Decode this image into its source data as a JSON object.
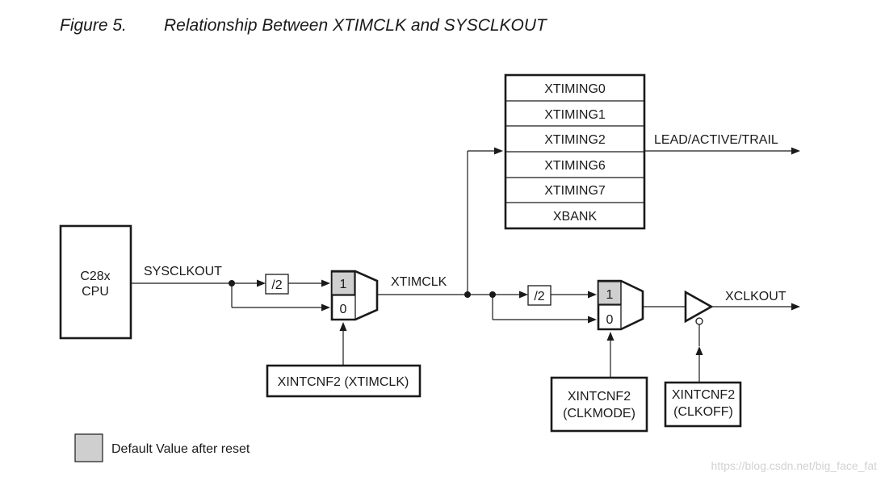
{
  "figure": {
    "number": "Figure 5.",
    "title": "Relationship Between XTIMCLK and SYSCLKOUT"
  },
  "cpu_box": {
    "line1": "C28x",
    "line2": "CPU"
  },
  "signals": {
    "sysclkout": "SYSCLKOUT",
    "xtimclk": "XTIMCLK",
    "xclkout": "XCLKOUT",
    "lead_active_trail": "LEAD/ACTIVE/TRAIL"
  },
  "dividers": {
    "div1": "/2",
    "div2": "/2"
  },
  "mux1": {
    "input_top": "1",
    "input_bottom": "0"
  },
  "mux2": {
    "input_top": "1",
    "input_bottom": "0"
  },
  "registers": [
    "XTIMING0",
    "XTIMING1",
    "XTIMING2",
    "XTIMING6",
    "XTIMING7",
    "XBANK"
  ],
  "control_boxes": {
    "xtimclk_ctrl": "XINTCNF2 (XTIMCLK)",
    "clkmode_line1": "XINTCNF2",
    "clkmode_line2": "(CLKMODE)",
    "clkoff_line1": "XINTCNF2",
    "clkoff_line2": "(CLKOFF)"
  },
  "legend": {
    "label": "Default Value after reset",
    "swatch_color": "#cfcfcf"
  },
  "watermark": "https://blog.csdn.net/big_face_fat"
}
